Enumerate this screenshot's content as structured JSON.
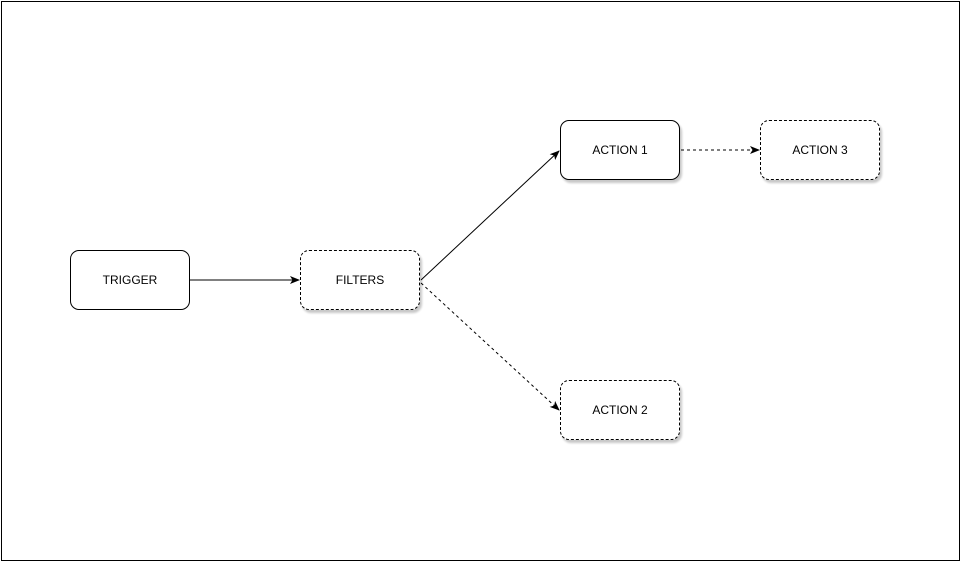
{
  "nodes": {
    "trigger": {
      "label": "TRIGGER"
    },
    "filters": {
      "label": "FILTERS"
    },
    "action1": {
      "label": "ACTION 1"
    },
    "action2": {
      "label": "ACTION 2"
    },
    "action3": {
      "label": "ACTION 3"
    }
  },
  "edges": [
    {
      "from": "trigger",
      "to": "filters",
      "style": "solid"
    },
    {
      "from": "filters",
      "to": "action1",
      "style": "solid"
    },
    {
      "from": "filters",
      "to": "action2",
      "style": "dashed"
    },
    {
      "from": "action1",
      "to": "action3",
      "style": "dashed"
    }
  ],
  "colors": {
    "stroke": "#000000",
    "background": "#ffffff"
  }
}
